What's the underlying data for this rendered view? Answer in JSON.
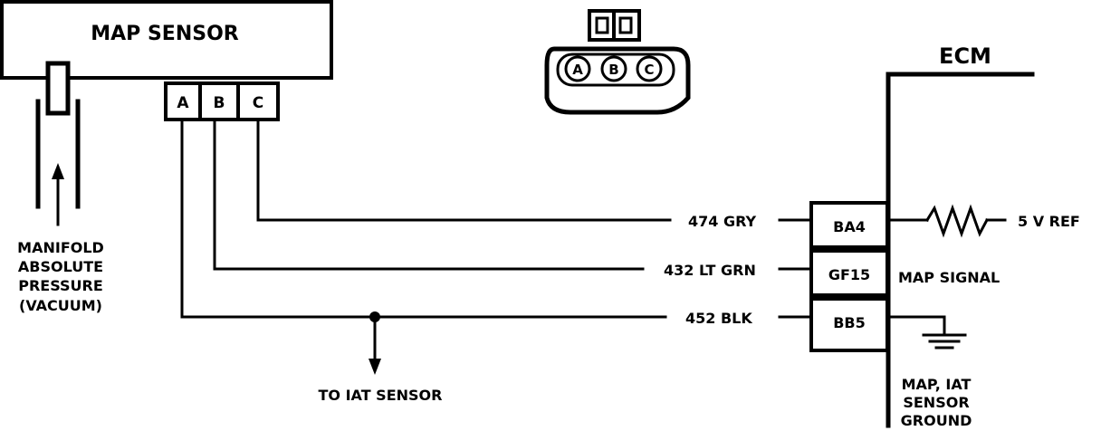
{
  "sensor": {
    "title": "MAP SENSOR",
    "pins": [
      "A",
      "B",
      "C"
    ]
  },
  "connector": {
    "pins": [
      "A",
      "B",
      "C"
    ]
  },
  "vacuum_label": [
    "MANIFOLD",
    "ABSOLUTE",
    "PRESSURE",
    "(VACUUM)"
  ],
  "ecm": {
    "title": "ECM",
    "terminals": [
      "BA4",
      "GF15",
      "BB5"
    ],
    "ref_label": "5 V REF",
    "signal_label": "MAP SIGNAL",
    "ground_label": [
      "MAP, IAT",
      "SENSOR",
      "GROUND"
    ]
  },
  "wires": [
    {
      "label": "474 GRY"
    },
    {
      "label": "432 LT GRN"
    },
    {
      "label": "452  BLK"
    }
  ],
  "iat_label": "TO IAT SENSOR",
  "colors": {
    "ink": "#000000",
    "paper": "#ffffff"
  }
}
